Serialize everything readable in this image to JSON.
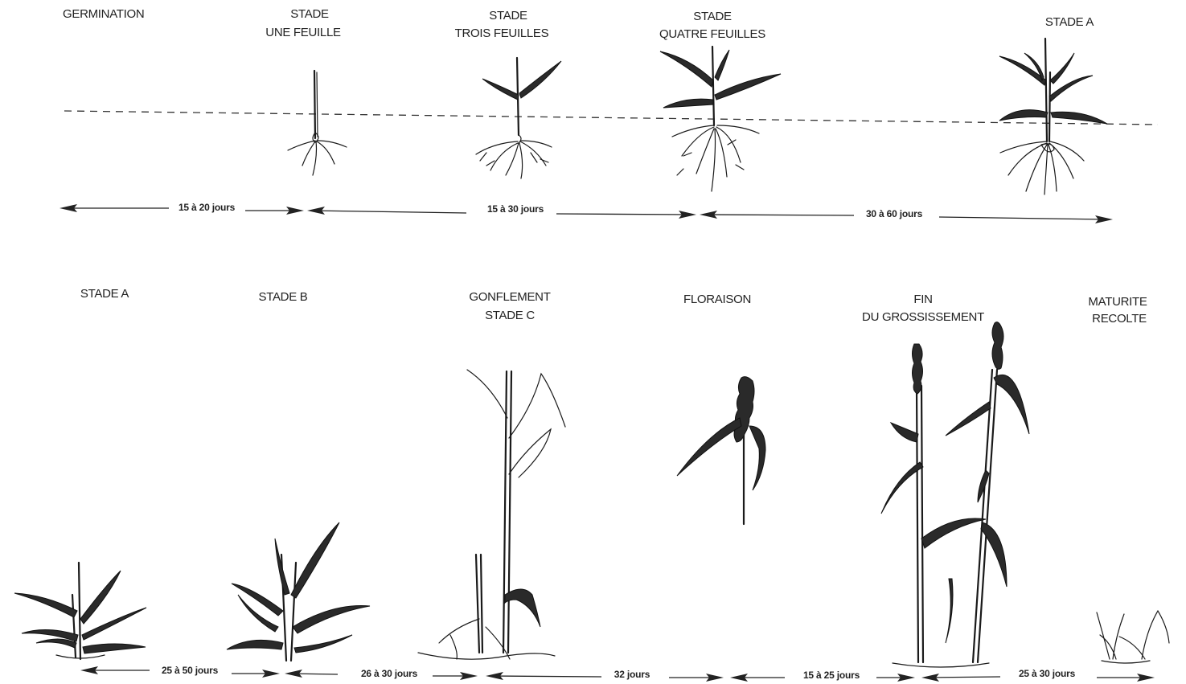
{
  "diagram": {
    "top_row": {
      "stages": [
        {
          "lines": [
            "GERMINATION"
          ]
        },
        {
          "lines": [
            "STADE",
            "UNE FEUILLE"
          ]
        },
        {
          "lines": [
            "STADE",
            "TROIS FEUILLES"
          ]
        },
        {
          "lines": [
            "STADE",
            "QUATRE FEUILLES"
          ]
        },
        {
          "lines": [
            "STADE A"
          ]
        }
      ],
      "durations": [
        "15 à 20 jours",
        "15 à 30 jours",
        "30 à 60 jours"
      ]
    },
    "bottom_row": {
      "stages": [
        {
          "lines": [
            "STADE A"
          ]
        },
        {
          "lines": [
            "STADE B"
          ]
        },
        {
          "lines": [
            "GONFLEMENT",
            "STADE C"
          ]
        },
        {
          "lines": [
            "FLORAISON"
          ]
        },
        {
          "lines": [
            "FIN",
            "DU GROSSISSEMENT"
          ]
        },
        {
          "lines": [
            "MATURITE",
            "RECOLTE"
          ]
        }
      ],
      "durations": [
        "25 à 50 jours",
        "26 à 30 jours",
        "32 jours",
        "15 à 25 jours",
        "25 à 30 jours"
      ]
    }
  }
}
